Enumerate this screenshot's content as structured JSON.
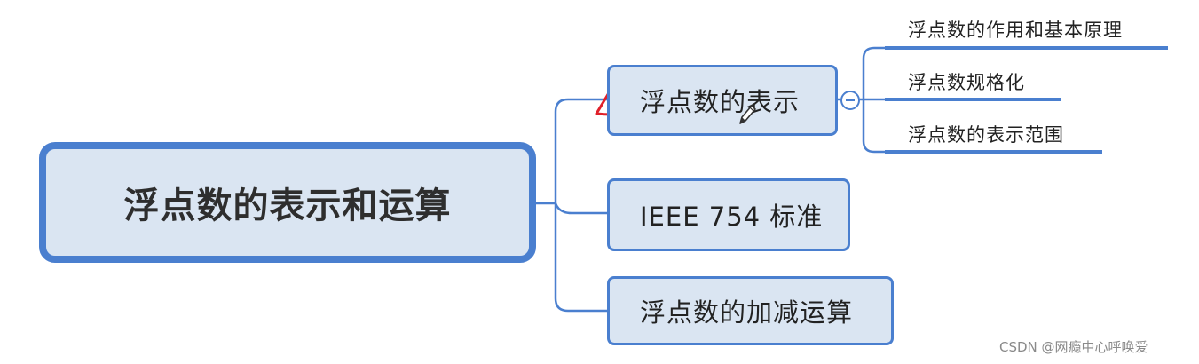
{
  "root": {
    "label": "浮点数的表示和运算"
  },
  "branches": [
    {
      "label": "浮点数的表示",
      "children": [
        {
          "label": "浮点数的作用和基本原理"
        },
        {
          "label": "浮点数规格化"
        },
        {
          "label": "浮点数的表示范围"
        }
      ]
    },
    {
      "label": "IEEE 754 标准"
    },
    {
      "label": "浮点数的加减运算"
    }
  ],
  "watermark": "CSDN @网瘾中心呼唤爱",
  "colors": {
    "node_fill": "#dae5f2",
    "node_border": "#4a7fcf",
    "annotation_red": "#e0202a"
  },
  "icons": [
    "collapse-icon",
    "pencil-cursor-icon",
    "red-annotation-mark"
  ]
}
